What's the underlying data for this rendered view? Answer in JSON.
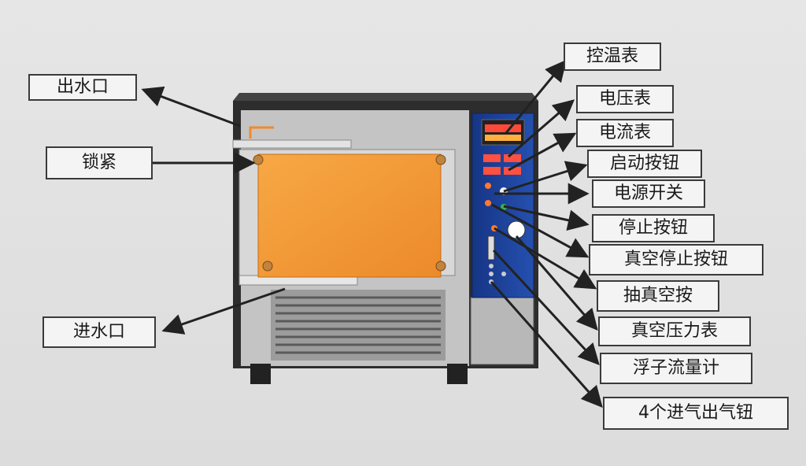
{
  "labels": {
    "water_outlet": "出水口",
    "lock": "锁紧",
    "water_inlet": "进水口",
    "temp_controller": "控温表",
    "voltmeter": "电压表",
    "ammeter": "电流表",
    "start_button": "启动按钮",
    "power_switch": "电源开关",
    "stop_button": "停止按钮",
    "vacuum_stop_button": "真空停止按钮",
    "vacuum_pump_button": "抽真空按",
    "vacuum_gauge": "真空压力表",
    "float_flowmeter": "浮子流量计",
    "gas_valves": "4个进气出气钮"
  },
  "colors": {
    "door": "#f39a35",
    "control_panel": "#1b3f9a",
    "cabinet": "#c9c9c9",
    "frame": "#2d2d2d",
    "arrow": "#222222"
  }
}
